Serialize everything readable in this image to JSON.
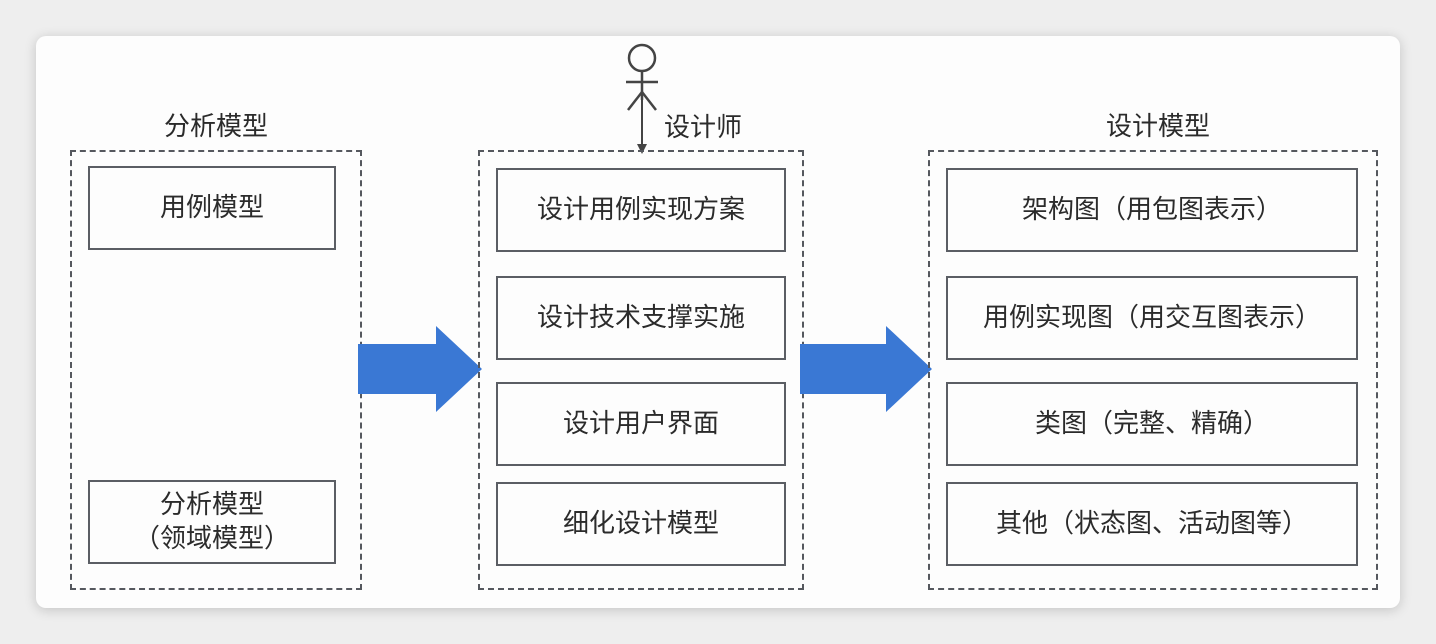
{
  "analysis_model": {
    "title": "分析模型",
    "items": [
      {
        "lines": [
          "用例模型"
        ]
      },
      {
        "lines": [
          "分析模型",
          "（领域模型）"
        ]
      }
    ]
  },
  "designer": {
    "label": "设计师",
    "items": [
      {
        "lines": [
          "设计用例实现方案"
        ]
      },
      {
        "lines": [
          "设计技术支撑实施"
        ]
      },
      {
        "lines": [
          "设计用户界面"
        ]
      },
      {
        "lines": [
          "细化设计模型"
        ]
      }
    ]
  },
  "design_model": {
    "title": "设计模型",
    "items": [
      {
        "lines": [
          "架构图（用包图表示）"
        ]
      },
      {
        "lines": [
          "用例实现图（用交互图表示）"
        ]
      },
      {
        "lines": [
          "类图（完整、精确）"
        ]
      },
      {
        "lines": [
          "其他（状态图、活动图等）"
        ]
      }
    ]
  },
  "colors": {
    "arrow": "#3a78d4",
    "border": "#55585e",
    "text": "#2b2b2b"
  }
}
